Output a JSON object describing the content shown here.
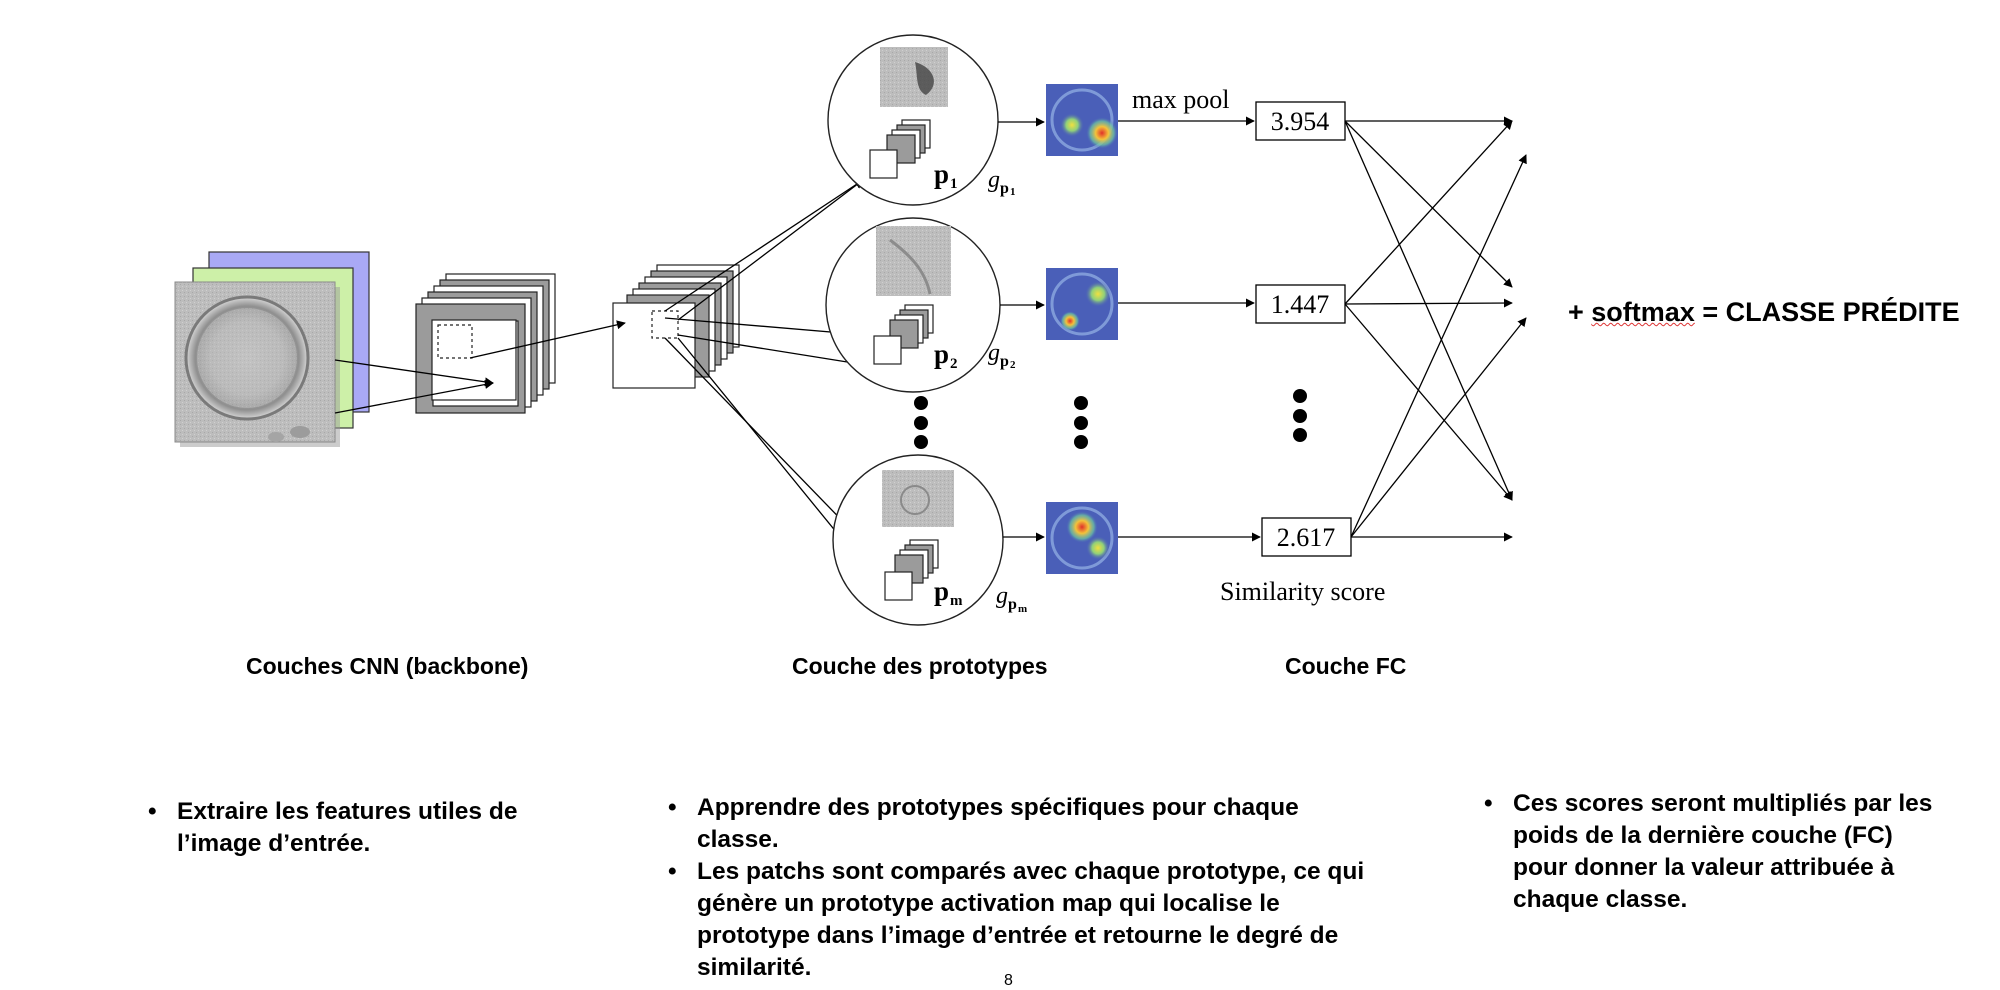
{
  "diagram": {
    "max_pool_label": "max pool",
    "similarity_label": "Similarity score",
    "prototypes": [
      {
        "p_label": "p",
        "p_sub": "1",
        "g_label": "g",
        "g_sub": "p",
        "g_subsub": "1",
        "score": "3.954"
      },
      {
        "p_label": "p",
        "p_sub": "2",
        "g_label": "g",
        "g_sub": "p",
        "g_subsub": "2",
        "score": "1.447"
      },
      {
        "p_label": "p",
        "p_sub": "m",
        "g_label": "g",
        "g_sub": "p",
        "g_subsub": "m",
        "score": "2.617"
      }
    ],
    "formula_prefix": "+ ",
    "formula_softmax": "softmax",
    "formula_suffix": " = CLASSE PRÉDITE",
    "colors": {
      "layer_blue": "#a9a9f5",
      "layer_green": "#cdf0a8",
      "heat_blue": "#4a5fb8",
      "heat_red": "#e0312a"
    }
  },
  "sections": {
    "cnn_label": "Couches CNN (backbone)",
    "proto_label": "Couche des prototypes",
    "fc_label": "Couche FC"
  },
  "bullets": {
    "cnn": [
      "Extraire les features utiles de l’image d’entrée."
    ],
    "proto": [
      "Apprendre des prototypes spécifiques pour chaque classe.",
      "Les patchs sont comparés avec chaque prototype, ce qui génère un prototype activation map qui localise le prototype dans l’image d’entrée et retourne le degré de similarité."
    ],
    "fc": [
      "Ces scores seront multipliés par les poids de la dernière couche (FC) pour donner la valeur attribuée à chaque classe."
    ]
  },
  "page_number": "8"
}
